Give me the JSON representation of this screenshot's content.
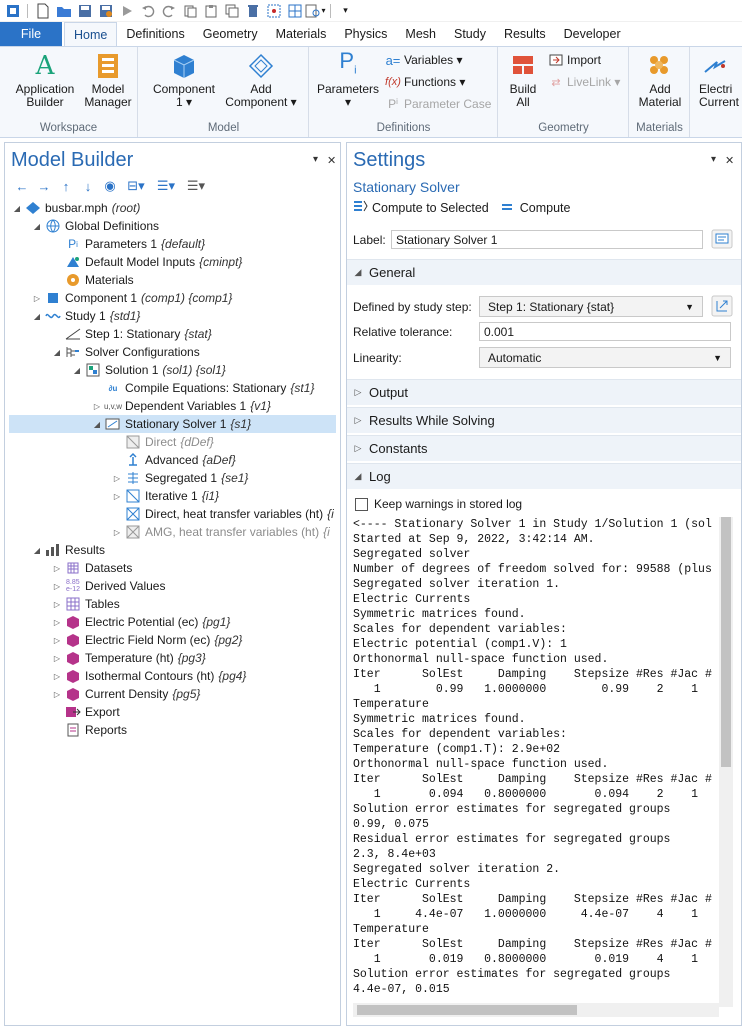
{
  "ribbon": {
    "tabs": [
      "File",
      "Home",
      "Definitions",
      "Geometry",
      "Materials",
      "Physics",
      "Mesh",
      "Study",
      "Results",
      "Developer"
    ],
    "groups": {
      "workspace": "Workspace",
      "model": "Model",
      "definitions": "Definitions",
      "geometry": "Geometry",
      "materials": "Materials"
    },
    "buttons": {
      "application_builder_1": "Application",
      "application_builder_2": "Builder",
      "model_manager_1": "Model",
      "model_manager_2": "Manager",
      "component_1": "Component",
      "component_2": "1 ▾",
      "add_component_1": "Add",
      "add_component_2": "Component ▾",
      "parameters_1": "Parameters",
      "parameters_2": "▾",
      "variables": "Variables ▾",
      "functions": "Functions ▾",
      "parameter_case": "Parameter Case",
      "build_all_1": "Build",
      "build_all_2": "All",
      "import": "Import",
      "livelink": "LiveLink ▾",
      "add_material_1": "Add",
      "add_material_2": "Material",
      "electric_currents_1": "Electri",
      "electric_currents_2": "Current"
    },
    "colors": {
      "file_tab": "#2b73c7",
      "accent": "#2a6ab3"
    }
  },
  "model_builder": {
    "title": "Model Builder",
    "tree": [
      {
        "label": "busbar.mph",
        "tag": "(root)"
      },
      {
        "label": "Global Definitions",
        "tag": ""
      },
      {
        "label": "Parameters 1",
        "tag": "{default}"
      },
      {
        "label": "Default Model Inputs",
        "tag": "{cminpt}"
      },
      {
        "label": "Materials",
        "tag": ""
      },
      {
        "label": "Component 1",
        "tag": "(comp1) {comp1}"
      },
      {
        "label": "Study 1",
        "tag": "{std1}"
      },
      {
        "label": "Step 1: Stationary",
        "tag": "{stat}"
      },
      {
        "label": "Solver Configurations",
        "tag": ""
      },
      {
        "label": "Solution 1",
        "tag": "(sol1) {sol1}"
      },
      {
        "label": "Compile Equations: Stationary",
        "tag": "{st1}"
      },
      {
        "label": "Dependent Variables 1",
        "tag": "{v1}"
      },
      {
        "label": "Stationary Solver 1",
        "tag": "{s1}"
      },
      {
        "label": "Direct",
        "tag": "{dDef}"
      },
      {
        "label": "Advanced",
        "tag": "{aDef}"
      },
      {
        "label": "Segregated 1",
        "tag": "{se1}"
      },
      {
        "label": "Iterative 1",
        "tag": "{i1}"
      },
      {
        "label": "Direct, heat transfer variables (ht)",
        "tag": "{i"
      },
      {
        "label": "AMG, heat transfer variables (ht)",
        "tag": "{i"
      },
      {
        "label": "Results",
        "tag": ""
      },
      {
        "label": "Datasets",
        "tag": ""
      },
      {
        "label": "Derived Values",
        "tag": ""
      },
      {
        "label": "Tables",
        "tag": ""
      },
      {
        "label": "Electric Potential (ec)",
        "tag": "{pg1}"
      },
      {
        "label": "Electric Field Norm (ec)",
        "tag": "{pg2}"
      },
      {
        "label": "Temperature (ht)",
        "tag": "{pg3}"
      },
      {
        "label": "Isothermal Contours (ht)",
        "tag": "{pg4}"
      },
      {
        "label": "Current Density",
        "tag": "{pg5}"
      },
      {
        "label": "Export",
        "tag": ""
      },
      {
        "label": "Reports",
        "tag": ""
      }
    ]
  },
  "settings": {
    "title": "Settings",
    "subtitle": "Stationary Solver",
    "compute_to_selected": "Compute to Selected",
    "compute": "Compute",
    "label_caption": "Label:",
    "label_value": "Stationary Solver 1",
    "general": "General",
    "defined_by_caption": "Defined by study step:",
    "defined_by_value": "Step 1: Stationary {stat}",
    "rel_tol_caption": "Relative tolerance:",
    "rel_tol_value": "0.001",
    "linearity_caption": "Linearity:",
    "linearity_value": "Automatic",
    "sections": [
      "Output",
      "Results While Solving",
      "Constants",
      "Log"
    ],
    "keep_warnings": "Keep warnings in stored log",
    "log_lines": [
      "<---- Stationary Solver 1 in Study 1/Solution 1 (sol",
      "Started at Sep 9, 2022, 3:42:14 AM.",
      "Segregated solver",
      "Number of degrees of freedom solved for: 99588 (plus",
      "Segregated solver iteration 1.",
      "Electric Currents",
      "Symmetric matrices found.",
      "Scales for dependent variables:",
      "Electric potential (comp1.V): 1",
      "Orthonormal null-space function used.",
      "Iter      SolEst     Damping    Stepsize #Res #Jac #",
      "   1        0.99   1.0000000        0.99    2    1",
      "Temperature",
      "Symmetric matrices found.",
      "Scales for dependent variables:",
      "Temperature (comp1.T): 2.9e+02",
      "Orthonormal null-space function used.",
      "Iter      SolEst     Damping    Stepsize #Res #Jac #",
      "   1       0.094   0.8000000       0.094    2    1",
      "Solution error estimates for segregated groups",
      "0.99, 0.075",
      "Residual error estimates for segregated groups",
      "2.3, 8.4e+03",
      "Segregated solver iteration 2.",
      "Electric Currents",
      "Iter      SolEst     Damping    Stepsize #Res #Jac #",
      "   1     4.4e-07   1.0000000     4.4e-07    4    1",
      "Temperature",
      "Iter      SolEst     Damping    Stepsize #Res #Jac #",
      "   1       0.019   0.8000000       0.019    4    1",
      "Solution error estimates for segregated groups",
      "4.4e-07, 0.015"
    ]
  }
}
